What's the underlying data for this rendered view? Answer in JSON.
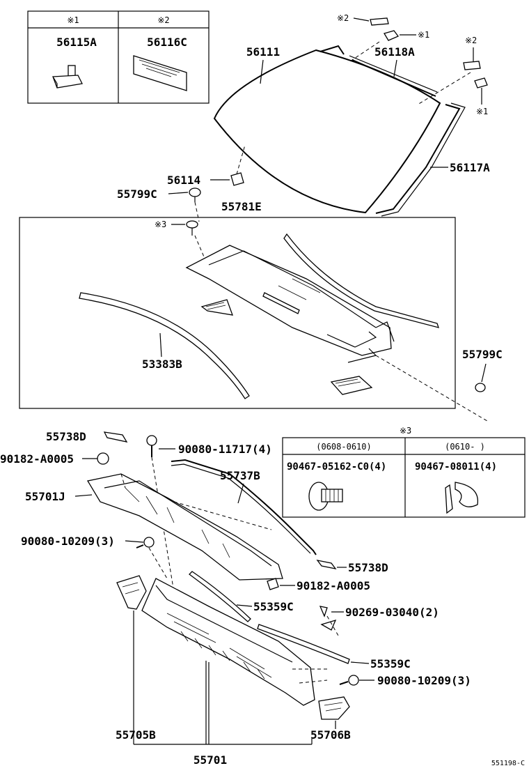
{
  "labels": {
    "p56115A": "56115A",
    "p56116C": "56116C",
    "p56111": "56111",
    "p56118A": "56118A",
    "p56117A": "56117A",
    "p56114": "56114",
    "p55799C_top": "55799C",
    "p55781E": "55781E",
    "p53383B": "53383B",
    "p55799C_right": "55799C",
    "p55738D_top": "55738D",
    "p90080_11717": "90080-11717(4)",
    "p90182_A0005_left": "90182-A0005",
    "p55737B": "55737B",
    "p55701J": "55701J",
    "p90080_10209_left": "90080-10209(3)",
    "p55738D_bottom": "55738D",
    "p90182_A0005_right": "90182-A0005",
    "p55359C_a": "55359C",
    "p90269_03040": "90269-03040(2)",
    "p55359C_b": "55359C",
    "p90080_10209_right": "90080-10209(3)",
    "p55705B": "55705B",
    "p55706B": "55706B",
    "p55701": "55701"
  },
  "notes": {
    "n1_box": "※1",
    "n2_box": "※2",
    "n2_a": "※2",
    "n1_a": "※1",
    "n2_b": "※2",
    "n1_b": "※1",
    "n3_clip": "※3",
    "n3_table": "※3"
  },
  "table": {
    "col1_range": "(0608-0610)",
    "col2_range": "(0610-       )",
    "col1_part": "90467-05162-C0(4)",
    "col2_part": "90467-08011(4)"
  },
  "footer": {
    "code": "551198-C"
  }
}
